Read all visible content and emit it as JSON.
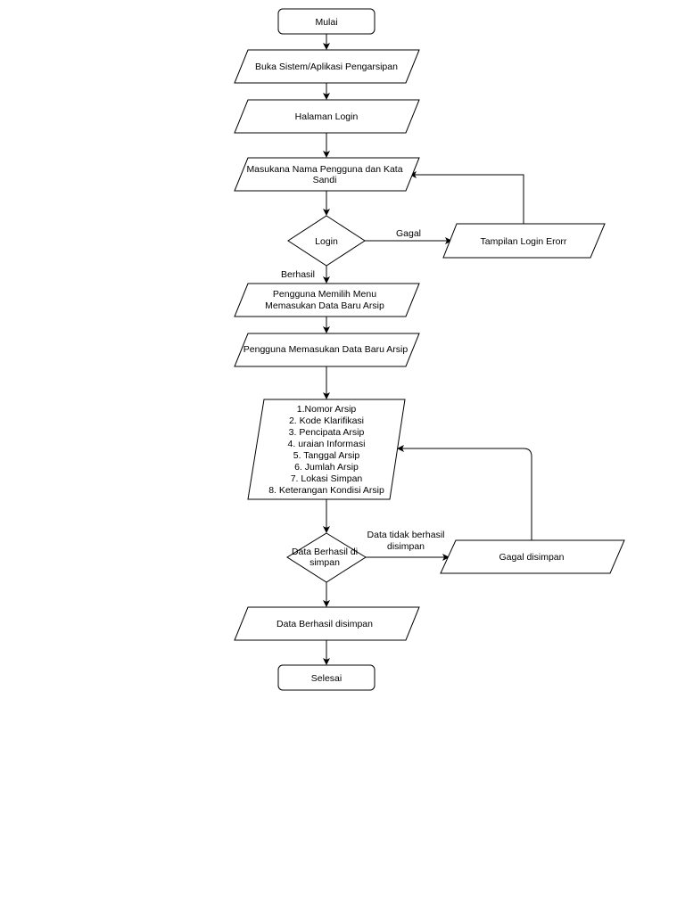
{
  "nodes": {
    "mulai": "Mulai",
    "buka_sistem": "Buka Sistem/Aplikasi Pengarsipan",
    "halaman_login": "Halaman Login",
    "masukan_line1": "Masukana Nama Pengguna dan Kata",
    "masukan_line2": "Sandi",
    "login": "Login",
    "tampilan_error": "Tampilan Login Erorr",
    "pilih_menu_line1": "Pengguna Memilih Menu",
    "pilih_menu_line2": "Memasukan  Data Baru Arsip",
    "memasukan_data": "Pengguna Memasukan Data Baru Arsip",
    "fields": [
      "1.Nomor Arsip",
      "2. Kode Klarifikasi",
      "3. Pencipata Arsip",
      "4. uraian Informasi",
      "5. Tanggal Arsip",
      "6. Jumlah Arsip",
      "7. Lokasi Simpan",
      "8. Keterangan Kondisi Arsip"
    ],
    "cek_line1": "Data Berhasil di",
    "cek_line2": "simpan",
    "gagal_disimpan": "Gagal disimpan",
    "berhasil_disimpan": "Data Berhasil disimpan",
    "selesai": "Selesai"
  },
  "edges": {
    "gagal": "Gagal",
    "berhasil": "Berhasil",
    "tidak_berhasil_line1": "Data tidak berhasil",
    "tidak_berhasil_line2": "disimpan"
  }
}
